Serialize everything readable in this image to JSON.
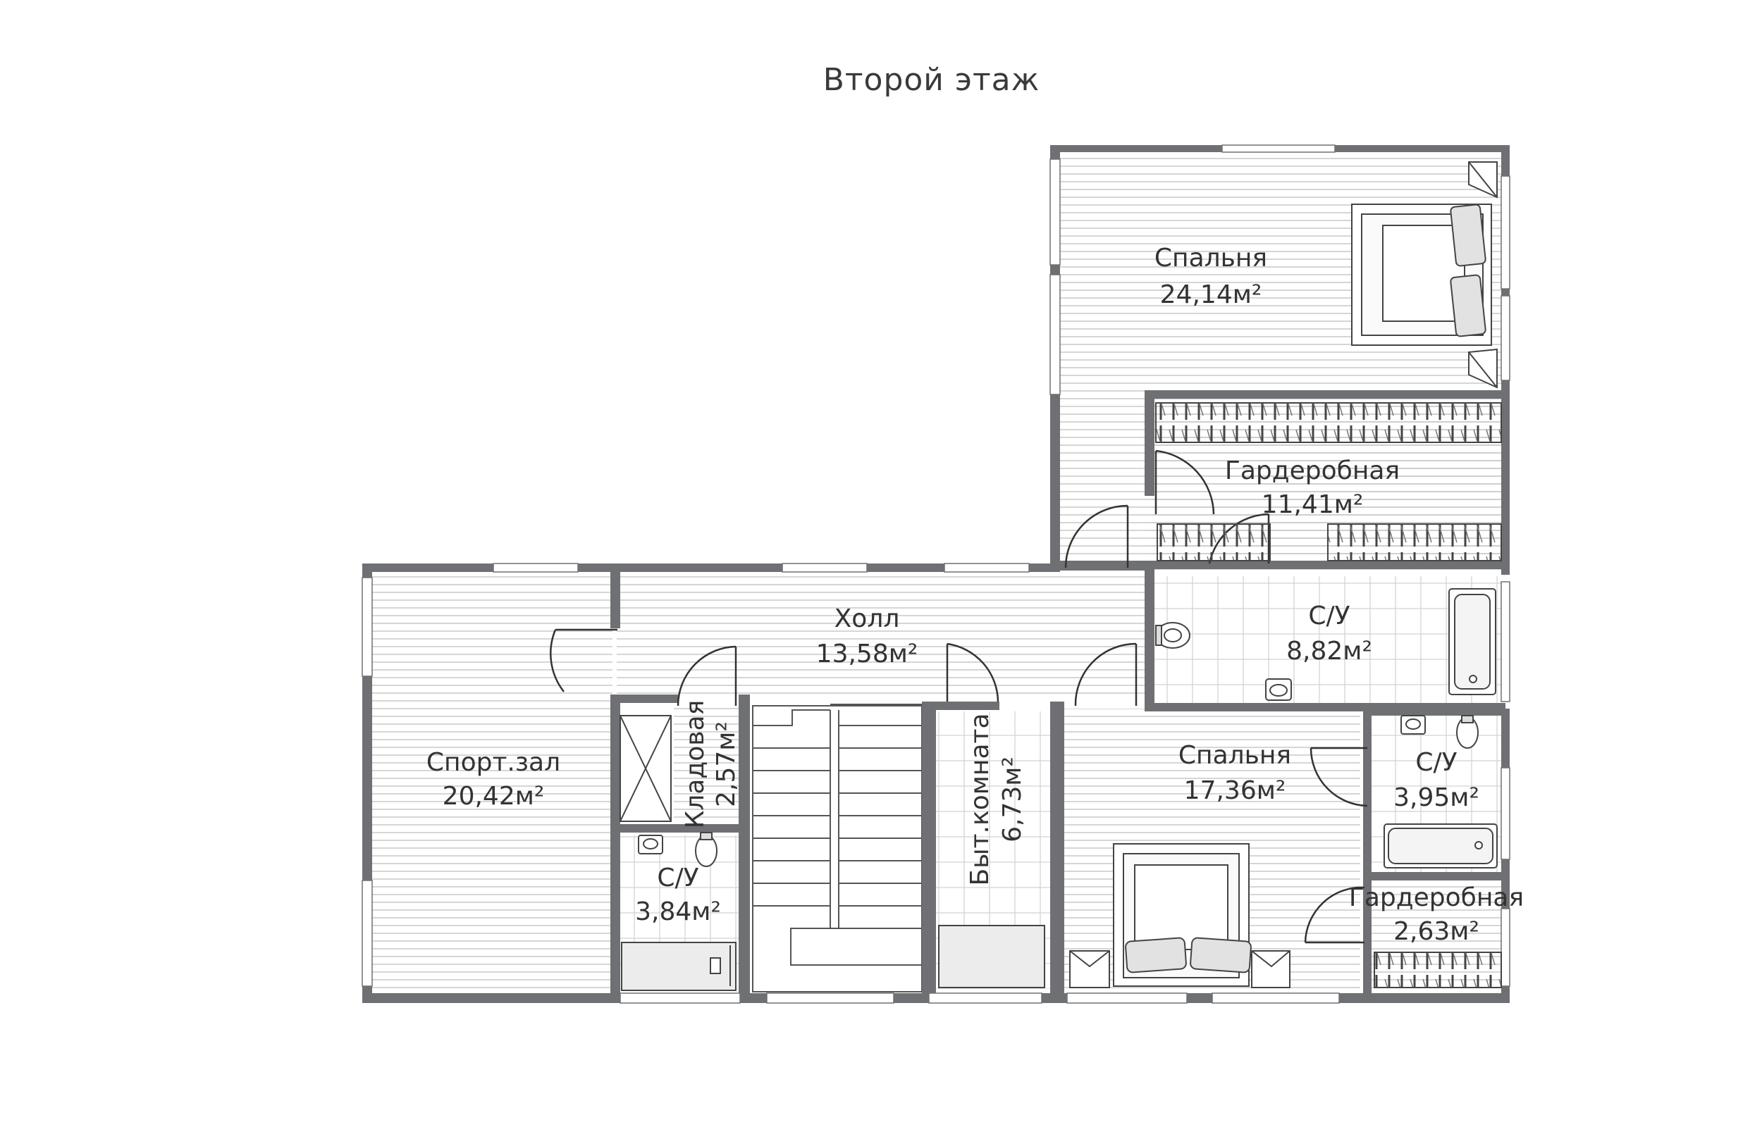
{
  "title": "Второй этаж",
  "rooms": [
    {
      "name": "Спальня",
      "area": "24,14м²"
    },
    {
      "name": "Гардеробная",
      "area": "11,41м²"
    },
    {
      "name": "С/У",
      "area": "8,82м²"
    },
    {
      "name": "Холл",
      "area": "13,58м²"
    },
    {
      "name": "Спорт.зал",
      "area": "20,42м²"
    },
    {
      "name": "Кладовая",
      "area": "2,57м²"
    },
    {
      "name": "С/У",
      "area": "3,84м²"
    },
    {
      "name": "Быт.комната",
      "area": "6,73м²"
    },
    {
      "name": "Спальня",
      "area": "17,36м²"
    },
    {
      "name": "С/У",
      "area": "3,95м²"
    },
    {
      "name": "Гардеробная",
      "area": "2,63м²"
    }
  ],
  "colors": {
    "wall": "#6f7073",
    "floor_lines": "#c8c8c8",
    "tile_lines": "#d4d4d4",
    "fixture": "#555555",
    "fixture_fill": "#ededed"
  }
}
